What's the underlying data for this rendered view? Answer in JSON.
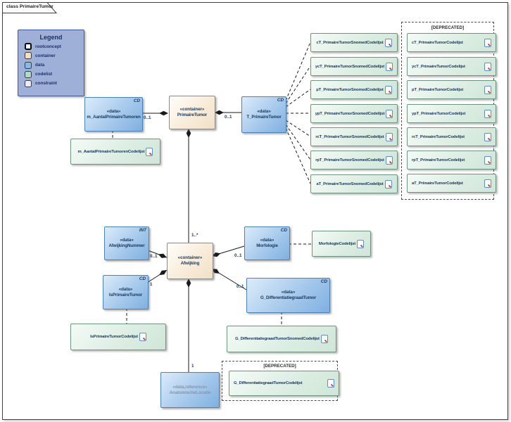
{
  "frame": {
    "title": "class PrimaireTumor"
  },
  "legend": {
    "title": "Legend",
    "items": [
      {
        "label": "rootconcept",
        "color": "#ffffff"
      },
      {
        "label": "container",
        "color": "#f7debe"
      },
      {
        "label": "data",
        "color": "#85bbe8"
      },
      {
        "label": "codelist",
        "color": "#b0ddc2"
      },
      {
        "label": "constraint",
        "color": "#eceaf8"
      }
    ]
  },
  "nodes": {
    "m_aantal": {
      "stereotype": "«data»",
      "name": "m_AantalPrimaireTumoren",
      "tag": "CD"
    },
    "primaire_tumor": {
      "stereotype": "«container»",
      "name": "PrimaireTumor"
    },
    "t_primaire_tumor": {
      "stereotype": "«data»",
      "name": "T_PrimaireTumor",
      "tag": "CD"
    },
    "afwijking_nummer": {
      "stereotype": "«data»",
      "name": "AfwijkingNummer",
      "tag": "INT"
    },
    "afwijking": {
      "stereotype": "«container»",
      "name": "Afwijking"
    },
    "morfologie": {
      "stereotype": "«data»",
      "name": "Morfologie",
      "tag": "CD"
    },
    "is_primaire_tumor": {
      "stereotype": "«data»",
      "name": "IsPrimaireTumor",
      "tag": "CD"
    },
    "g_diff": {
      "stereotype": "«data»",
      "name": "G_DifferentiatiegraadTumor",
      "tag": "CD"
    },
    "anatomische_locatie": {
      "stereotype": "«data,reference»",
      "name": "AnatomischeLocatie"
    }
  },
  "codelists": {
    "m_aantal": "m_AantalPrimaireTumorenCodelijst",
    "morfologie": "MorfologieCodelijst",
    "is_primaire_tumor": "IsPrimaireTumorCodelijst",
    "g_diff_snomed": "G_DifferentiatiegraadTumorSnomedCodelijst",
    "snomed": [
      "cT_PrimaireTumorSnomedCodelijst",
      "ycT_PrimaireTumorSnomedCodelijst",
      "pT_PrimaireTumorSnomedCodelijst",
      "ypT_PrimaireTumorSnomedCodelijst",
      "rcT_PrimaireTumorSnomedCodelijst",
      "rpT_PrimaireTumorSnomedCodelijst",
      "aT_PrimaireTumorSnomedCodelijst"
    ]
  },
  "deprecated": {
    "label": "[DEPRECATED]",
    "tnm": [
      "cT_PrimaireTumorCodelijst",
      "ycT_PrimaireTumorCodelijst",
      "pT_PrimaireTumorCodelijst",
      "ypT_PrimaireTumorCodelijst",
      "rcT_PrimaireTumorCodelijst",
      "rpT_PrimaireTumorCodelijst",
      "aT_PrimaireTumorCodelijst"
    ],
    "g_diff": "G_DifferentiatiegraadTumorCodelijst"
  },
  "multiplicities": {
    "m_aantal": "0..1",
    "t_primaire_tumor": "0..1",
    "afwijking": "1..*",
    "afwijking_nummer": "0..1",
    "morfologie": "0..1",
    "is_primaire_tumor": "1",
    "g_diff": "0..1",
    "anatomische_locatie": "1"
  },
  "icons": {
    "codelist_doc": "document-icon"
  },
  "colors": {
    "data_fill": "#7fb0e0",
    "container_fill": "#f1e0c6",
    "codelist_fill": "#cfe6d8",
    "legend_bg": "#9fb0d8",
    "text": "#17365d",
    "line": "#1a1a1a"
  }
}
